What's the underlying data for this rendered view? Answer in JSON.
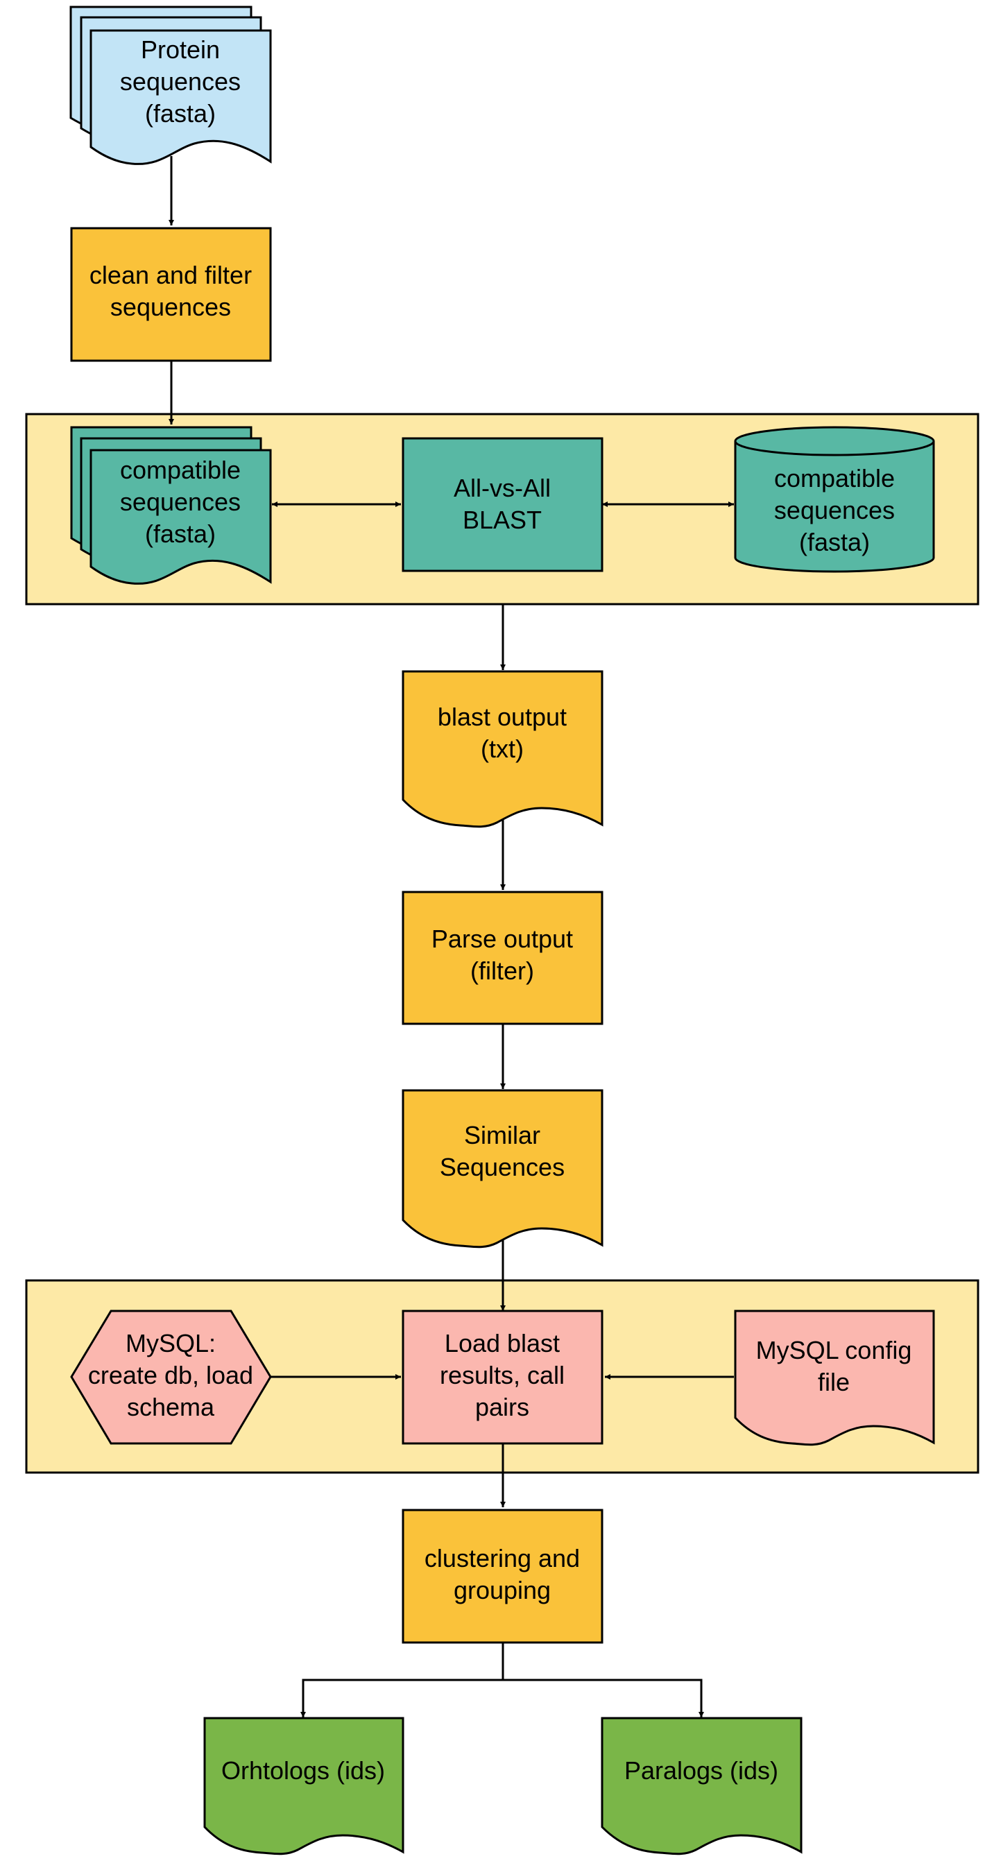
{
  "colors": {
    "light_blue": "#c2e4f6",
    "orange": "#fac23a",
    "teal": "#58b8a4",
    "cream": "#fde9a6",
    "pink": "#fbb7af",
    "green": "#7ab648",
    "stroke": "#000000"
  },
  "nodes": {
    "protein_sequences": {
      "lines": [
        "Protein",
        "sequences",
        "(fasta)"
      ]
    },
    "clean_filter": {
      "lines": [
        "clean and filter",
        "sequences"
      ]
    },
    "compatible_docs": {
      "lines": [
        "compatible",
        "sequences",
        "(fasta)"
      ]
    },
    "all_vs_all_blast": {
      "lines": [
        "All-vs-All",
        "BLAST"
      ]
    },
    "compatible_db": {
      "lines": [
        "compatible",
        "sequences",
        "(fasta)"
      ]
    },
    "blast_output": {
      "lines": [
        "blast output",
        "(txt)"
      ]
    },
    "parse_output": {
      "lines": [
        "Parse output",
        "(filter)"
      ]
    },
    "similar_sequences": {
      "lines": [
        "Similar",
        "Sequences"
      ]
    },
    "mysql_create": {
      "lines": [
        "MySQL:",
        "create db, load",
        "schema"
      ]
    },
    "load_blast": {
      "lines": [
        "Load blast",
        "results, call",
        "pairs"
      ]
    },
    "mysql_config": {
      "lines": [
        "MySQL config",
        "file"
      ]
    },
    "clustering": {
      "lines": [
        "clustering and",
        "grouping"
      ]
    },
    "orthologs": {
      "lines": [
        "Orhtologs (ids)"
      ]
    },
    "paralogs": {
      "lines": [
        "Paralogs (ids)"
      ]
    }
  }
}
